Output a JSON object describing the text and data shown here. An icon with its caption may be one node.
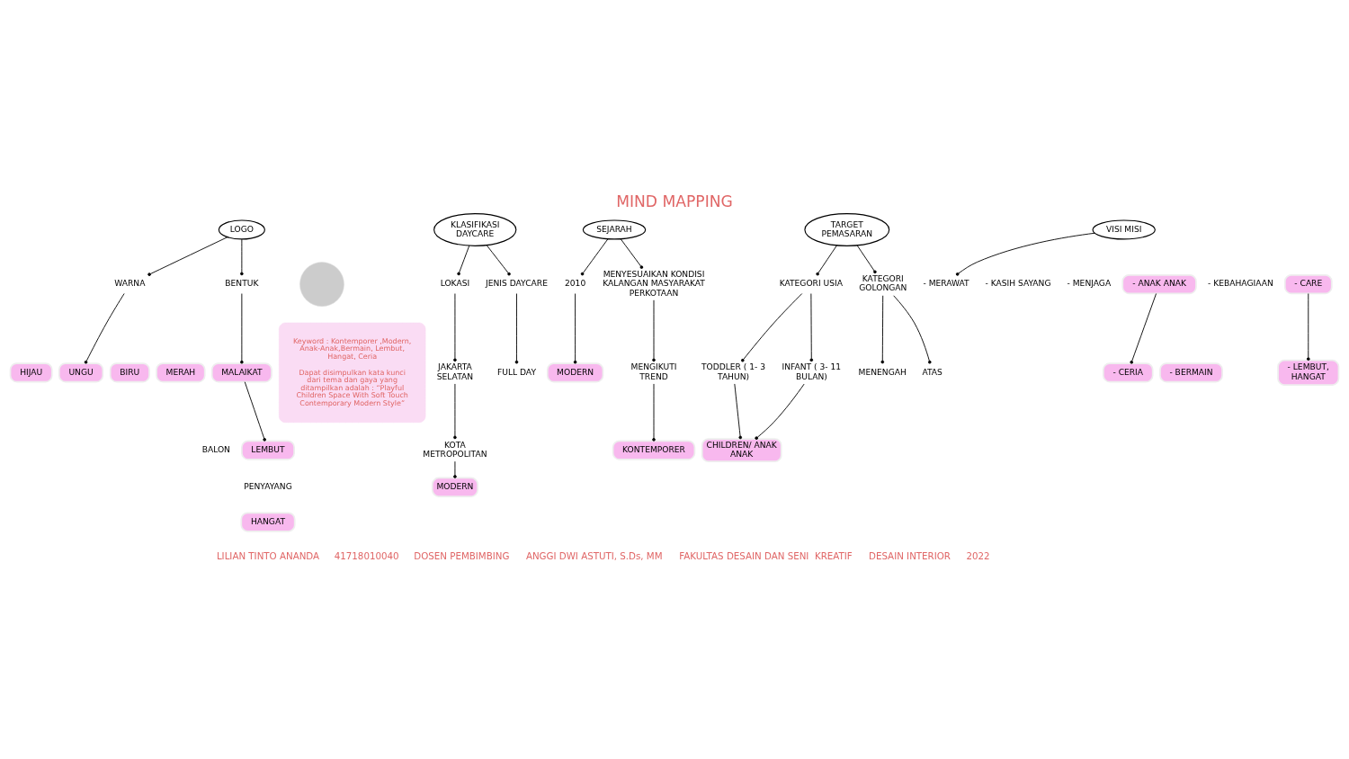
{
  "diagram": {
    "title": "MIND MAPPING",
    "nodes": [
      {
        "text": [
          "LOGO"
        ]
      },
      {
        "text": [
          "WARNA"
        ]
      },
      {
        "text": [
          "HIJAU"
        ]
      },
      {
        "text": [
          "UNGU"
        ]
      },
      {
        "text": [
          "BIRU"
        ]
      },
      {
        "text": [
          "MERAH"
        ]
      },
      {
        "text": [
          "BENTUK"
        ]
      },
      {
        "text": [
          "MALAIKAT"
        ]
      },
      {
        "text": [
          "BALON"
        ]
      },
      {
        "text": [
          "LEMBUT"
        ]
      },
      {
        "text": [
          "PENYAYANG"
        ]
      },
      {
        "text": [
          "HANGAT"
        ]
      },
      {
        "text": [
          "KLASIFIKASI DAYCARE"
        ]
      },
      {
        "text": [
          "LOKASI"
        ]
      },
      {
        "text": [
          "JAKARTA SELATAN"
        ]
      },
      {
        "text": [
          "KOTA METROPOLITAN"
        ]
      },
      {
        "text": [
          "MODERN"
        ]
      },
      {
        "text": [
          "JENIS DAYCARE"
        ]
      },
      {
        "text": [
          "FULL DAY"
        ]
      },
      {
        "text": [
          "SEJARAH"
        ]
      },
      {
        "text": [
          "2010"
        ]
      },
      {
        "text": [
          "MODERN"
        ]
      },
      {
        "text": [
          "MENYESUAIKAN KONDISI KALANGAN MASYARAKAT PERKOTAAN"
        ]
      },
      {
        "text": [
          "MENGIKUTI TREND"
        ]
      },
      {
        "text": [
          "KONTEMPORER"
        ]
      },
      {
        "text": [
          "TARGET PEMASARAN"
        ]
      },
      {
        "text": [
          "KATEGORI USIA"
        ]
      },
      {
        "text": [
          "TODDLER ( 1- 3 TAHUN)"
        ]
      },
      {
        "text": [
          "INFANT ( 3- 11 BULAN)"
        ]
      },
      {
        "text": [
          "CHILDREN/ ANAK ANAK"
        ]
      },
      {
        "text": [
          "KATEGORI GOLONGAN"
        ]
      },
      {
        "text": [
          "MENENGAH"
        ]
      },
      {
        "text": [
          "ATAS"
        ]
      },
      {
        "text": [
          "VISI MISI"
        ]
      },
      {
        "text": [
          "- MERAWAT"
        ]
      },
      {
        "text": [
          "- KASIH SAYANG"
        ]
      },
      {
        "text": [
          "- MENJAGA"
        ]
      },
      {
        "text": [
          "- ANAK ANAK"
        ]
      },
      {
        "text": [
          "- KEBAHAGIAAN"
        ]
      },
      {
        "text": [
          "- CARE"
        ]
      },
      {
        "text": [
          "- CERIA"
        ]
      },
      {
        "text": [
          "- BERMAIN"
        ]
      },
      {
        "text": [
          "- LEMBUT, HANGAT"
        ]
      },
      {
        "text": [
          "Keyword : Kontemporer ,Modern, Anak-Anak,Bermain, Lembut, Hangat, Ceria",
          "Dapat disimpulkan kata kunci dari tema dan gaya yang ditampilkan adalah : “Playful Children Space With Soft Touch Contemporary Modern Style”"
        ]
      },
      {
        "text": [],
        "shape": "circle"
      }
    ],
    "edges": [
      {
        "from": 0,
        "to": 1,
        "arrow": "other"
      },
      {
        "from": 1,
        "to": 3,
        "arrow": "other"
      },
      {
        "from": 0,
        "to": 6,
        "arrow": "other"
      },
      {
        "from": 6,
        "to": 7,
        "arrow": "other"
      },
      {
        "from": 7,
        "to": 9,
        "arrow": "other"
      },
      {
        "from": 12,
        "to": 13,
        "arrow": "other"
      },
      {
        "from": 13,
        "to": 14,
        "arrow": "other"
      },
      {
        "from": 14,
        "to": 15,
        "arrow": "other"
      },
      {
        "from": 15,
        "to": 16,
        "arrow": "other"
      },
      {
        "from": 12,
        "to": 17,
        "arrow": "other"
      },
      {
        "from": 17,
        "to": 18,
        "arrow": "other"
      },
      {
        "from": 19,
        "to": 20,
        "arrow": "other"
      },
      {
        "from": 20,
        "to": 21,
        "arrow": "other"
      },
      {
        "from": 19,
        "to": 22,
        "arrow": "other"
      },
      {
        "from": 22,
        "to": 23,
        "arrow": "other"
      },
      {
        "from": 23,
        "to": 24,
        "arrow": "other"
      },
      {
        "from": 25,
        "to": 26,
        "arrow": "other"
      },
      {
        "from": 26,
        "to": 27,
        "arrow": "other"
      },
      {
        "from": 26,
        "to": 28,
        "arrow": "other"
      },
      {
        "from": 27,
        "to": 29,
        "arrow": "other"
      },
      {
        "from": 28,
        "to": 29,
        "arrow": "other"
      },
      {
        "from": 25,
        "to": 30,
        "arrow": "other"
      },
      {
        "from": 30,
        "to": 31,
        "arrow": "other"
      },
      {
        "from": 30,
        "to": 32,
        "arrow": "other"
      },
      {
        "from": 33,
        "to": 34,
        "arrow": "other"
      },
      {
        "from": 37,
        "to": 40,
        "arrow": "other"
      },
      {
        "from": 39,
        "to": 42,
        "arrow": "other"
      }
    ],
    "labels": [
      "LILIAN TINTO ANANDA",
      "41718010040",
      "DOSEN PEMBIMBING",
      "ANGGI DWI ASTUTI, S.Ds, MM",
      "FAKULTAS DESAIN DAN SENI  KREATIF",
      "DESAIN INTERIOR",
      "2022"
    ]
  }
}
